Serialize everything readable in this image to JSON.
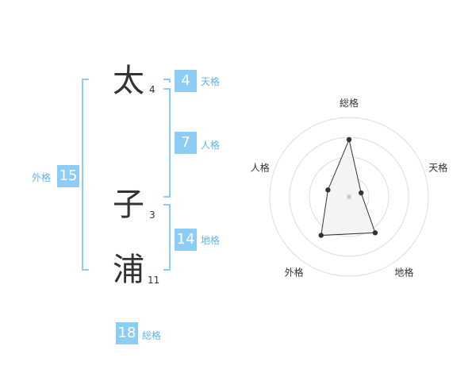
{
  "name": {
    "chars": [
      {
        "char": "太",
        "strokes": "4"
      },
      {
        "char": "子",
        "strokes": "3"
      },
      {
        "char": "浦",
        "strokes": "11"
      }
    ]
  },
  "scores": {
    "tenkaku": {
      "value": "4",
      "label": "天格"
    },
    "jinkaku": {
      "value": "7",
      "label": "人格"
    },
    "chikaku": {
      "value": "14",
      "label": "地格"
    },
    "gaikaku": {
      "value": "15",
      "label": "外格"
    },
    "soukaku": {
      "value": "18",
      "label": "総格"
    }
  },
  "chart_data": {
    "type": "radar",
    "axes": [
      "総格",
      "天格",
      "地格",
      "外格",
      "人格"
    ],
    "values": [
      18,
      4,
      14,
      15,
      7
    ],
    "rings": 4,
    "colors": {
      "fill": "#f2f2f2",
      "ring": "#dddddd",
      "line": "#333333",
      "point": "#333333",
      "center": "#cccccc"
    }
  }
}
